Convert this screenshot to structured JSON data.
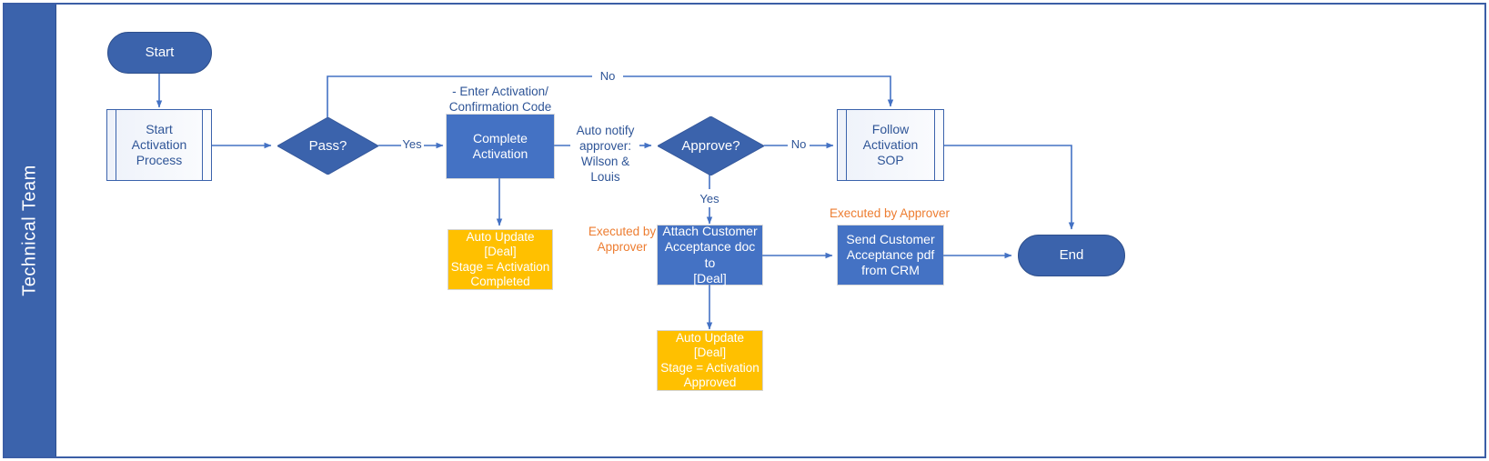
{
  "diagram": {
    "type": "flowchart",
    "lane": {
      "title": "Technical Team"
    },
    "colors": {
      "lane_fill": "#3b63ac",
      "process_fill": "#4472c4",
      "terminator_fill": "#3b63ac",
      "auto_update_fill": "#ffc000",
      "connector": "#4472c4",
      "note_text": "#2f5597",
      "actor_text": "#ed7d31",
      "predefined_fill": "#eef2fa"
    },
    "nodes": {
      "start": {
        "label": "Start",
        "shape": "terminator"
      },
      "start_activation_process": {
        "label": "Start\nActivation\nProcess",
        "shape": "predefined-process"
      },
      "pass_decision": {
        "label": "Pass?",
        "shape": "decision"
      },
      "complete_activation": {
        "label": "Complete Activation",
        "shape": "process"
      },
      "auto_update_completed": {
        "label": "Auto Update [Deal]\nStage = Activation\nCompleted",
        "shape": "data"
      },
      "approve_decision": {
        "label": "Approve?",
        "shape": "decision"
      },
      "follow_activation_sop": {
        "label": "Follow\nActivation SOP",
        "shape": "predefined-process"
      },
      "attach_customer_acceptance": {
        "label": "Attach Customer\nAcceptance doc to\n[Deal]",
        "shape": "process"
      },
      "auto_update_approved": {
        "label": "Auto Update [Deal]\nStage = Activation\nApproved",
        "shape": "data"
      },
      "send_customer_acceptance": {
        "label": "Send Customer\nAcceptance pdf\nfrom CRM",
        "shape": "process"
      },
      "end": {
        "label": "End",
        "shape": "terminator"
      }
    },
    "edge_labels": {
      "pass_yes": "Yes",
      "pass_no": "No",
      "approve_no": "No",
      "approve_yes": "Yes",
      "notify_approver": "Auto notify\napprover:\nWilson & Louis"
    },
    "notes": {
      "enter_activation_code": "- Enter Activation/\nConfirmation Code"
    },
    "actor_notes": {
      "attach_executor": "Executed by\nApprover",
      "send_executor": "Executed by Approver"
    }
  }
}
